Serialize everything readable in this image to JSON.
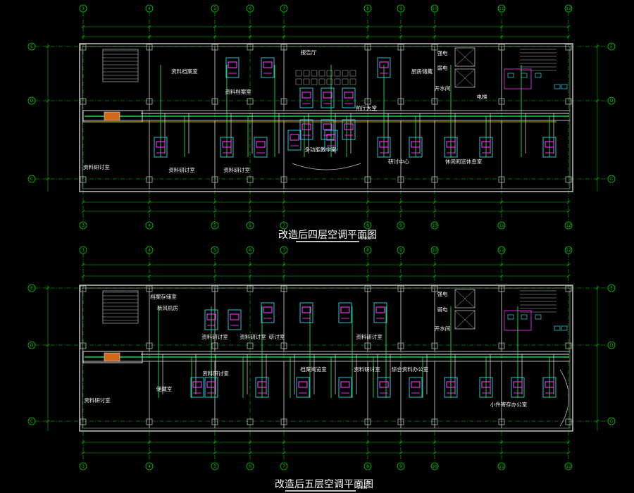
{
  "colors": {
    "background": "#000000",
    "axis": "#00d000",
    "dimension": "#00c000",
    "wall": "#b8b8b8",
    "duct": "#e0e0e0",
    "ac_unit_magenta": "#ff33ff",
    "ac_unit_cyan": "#2fd7e6",
    "pipe": "#22ff55",
    "yellow": "#e6e600",
    "room_text": "#f2f2f2",
    "title": "#ffffff"
  },
  "plans": [
    {
      "title": "改造后四层空调平面图",
      "scale": "1:100",
      "axes_top": [
        "3",
        "4",
        "5",
        "6",
        "7",
        "8",
        "9",
        "10",
        "11",
        "12"
      ],
      "axes_side": [
        "E",
        "D",
        "C"
      ],
      "rooms": [
        {
          "label": "资料档案室"
        },
        {
          "label": "厨房储藏"
        },
        {
          "label": "报告厅"
        },
        {
          "label": "多功能教学室"
        },
        {
          "label": "资料档案室"
        },
        {
          "label": "资料研讨室"
        },
        {
          "label": "资料研讨室"
        },
        {
          "label": "资料研讨室"
        },
        {
          "label": "强电"
        },
        {
          "label": "弱电"
        },
        {
          "label": "开水间"
        },
        {
          "label": "电梯"
        },
        {
          "label": "研讨中心"
        },
        {
          "label": "休闲阅览休息室"
        },
        {
          "label": "前厅大堂"
        }
      ]
    },
    {
      "title": "改造后五层空调平面图",
      "scale": "1:100",
      "axes_top": [
        "3",
        "4",
        "5",
        "6",
        "7",
        "8",
        "9",
        "10",
        "11",
        "12"
      ],
      "axes_side": [
        "E",
        "D",
        "C"
      ],
      "rooms": [
        {
          "label": "档案存储室"
        },
        {
          "label": "新风机房"
        },
        {
          "label": "资料研讨室"
        },
        {
          "label": "资料研讨室"
        },
        {
          "label": "研讨室"
        },
        {
          "label": "资料研讨室"
        },
        {
          "label": "档案阅览室"
        },
        {
          "label": "资料研讨室"
        },
        {
          "label": "强电"
        },
        {
          "label": "弱电"
        },
        {
          "label": "开水间"
        },
        {
          "label": "资料研讨室"
        },
        {
          "label": "储藏室"
        },
        {
          "label": "综合资料办公室"
        },
        {
          "label": "小件寄存办公室"
        },
        {
          "label": "资料研讨室"
        }
      ]
    }
  ]
}
